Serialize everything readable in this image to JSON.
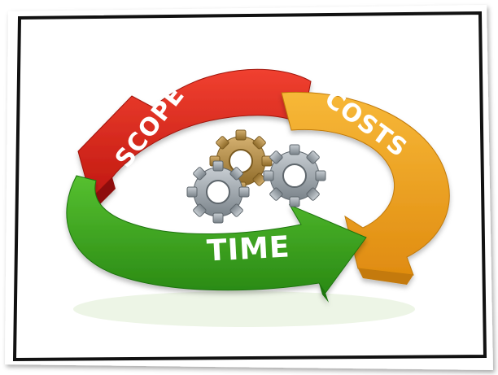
{
  "diagram": {
    "labels": {
      "scope": "SCOPE",
      "costs": "COSTS",
      "time": "TIME"
    },
    "colors": {
      "scope": "#e0281c",
      "costs": "#f2a81f",
      "time": "#3ca21e",
      "gear_silver": "#9aa3aa",
      "gear_bronze": "#b08a3a",
      "frame": "#111111"
    },
    "icons": [
      "gear-icon",
      "gear-icon",
      "gear-icon"
    ]
  }
}
